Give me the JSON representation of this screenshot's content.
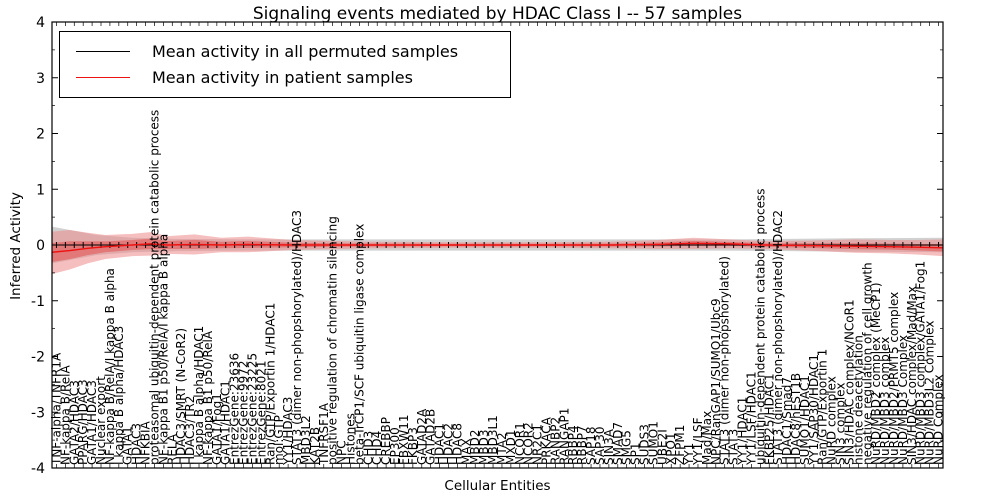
{
  "chart_data": {
    "type": "line",
    "title": "Signaling events mediated by HDAC Class I -- 57 samples",
    "xlabel": "Cellular Entities",
    "ylabel": "Inferred Activity",
    "ylim": [
      -4,
      4
    ],
    "yticks": [
      4,
      3,
      2,
      1,
      0,
      -1,
      -2,
      -3,
      -4
    ],
    "grid": false,
    "legend_position": "upper left",
    "categories": [
      "TNF-alpha/TNFR1A",
      "NF-kappa B/RelA",
      "GATA2/HDAC3",
      "PPARG/HDAC3",
      "GATA1/HDAC3",
      "Nuclear export",
      "NF-kappa B/RelA/I kappa B alpha",
      "I kappa B alpha/HDAC3",
      "GATA1",
      "HDAC3",
      "NFKBIA",
      "proteasomal ubiquitin-dependent protein catabolic process",
      "NF-kappa B1 p50/RelA/I kappa B alpha",
      "RELA",
      "HDAC3/SMRT (N-CoR2)",
      "HDAC3/TR2",
      "I kappa B alpha/HDAC1",
      "NF-kappa B1 p50/RelA",
      "GATA1/Fog1",
      "GATA1/HDAC1",
      "EntrezGene:23636",
      "EntrezGene:9972",
      "EntrezGene:23225",
      "EntrezGene:8021",
      "Ran/GTP/Exportin 1/HDAC1",
      "mol:GTP",
      "YY1/HDAC3",
      "STAT3 (dimer non-phopshorylated)/HDAC3",
      "MBD3L2",
      "KAT2B",
      "TNFRSF1A",
      "positive regulation of chromatin silencing",
      "NPC",
      "Histones",
      "beta-TrCP1/SCF ubiquitin ligase complex",
      "CHD3",
      "CHD4",
      "CREBBP",
      "EP300",
      "FBXW11",
      "FKBP3",
      "GATAD2A",
      "GATAD2B",
      "HDAC1",
      "HDAC2",
      "HDAC8",
      "MAX",
      "MBD2",
      "MBD3",
      "MBD3L1",
      "MTA2",
      "MXD1",
      "NCOR1",
      "NCOR2",
      "NR2C1",
      "PRKACA",
      "RANBP2",
      "RANGAP1",
      "RBBP4",
      "RBBP7",
      "SAP18",
      "SAP30",
      "SIN3A",
      "SMAD7",
      "SMG5",
      "SP1",
      "SUDS3",
      "SUMO1",
      "UBE2I",
      "XPO1",
      "ZFPM1",
      "YY1",
      "YY1/LSF",
      "Mad/Max",
      "NPC/RanGAP1/SUMO1/Ubc9",
      "STAT3 (dimer non-phopshorylated)",
      "STAT3",
      "YY1/HDAC1",
      "YY1/LSF/HDAC1",
      "ubiquitin-dependent protein catabolic process",
      "FKBP25/HDAC1",
      "STAT3 (dimer non-phopshorylated)/HDAC2",
      "HDAC1/Smad7",
      "HDAC8/hEST1B",
      "SUMO1/HDAC1",
      "YY1/SAP30/HDAC1",
      "Ran/GTP/Exportin 1",
      "NuRD complex",
      "SIN3 complex",
      "SIN3/HDAC complex/NCoR1",
      "histone deacetylation",
      "negative regulation of cell growth",
      "NuRD/MBD2 complex (MeCP1)",
      "NuRD/MBD3 complex",
      "NuRD/MBD2/PRMT5 complex",
      "NuRD/MBD3 Complex",
      "SIN3/HDAC complex/Mad/Max",
      "NuRD/MBD3 complex/GATA1/Fog1",
      "NuRD/MBD3L2 Complex",
      "NuRD Complex"
    ],
    "series": [
      {
        "name": "Mean activity in all permuted samples",
        "color": "#000000",
        "band_color": "#9a9a9a",
        "x_frac": [
          0,
          0.02,
          0.05,
          0.09,
          0.14,
          0.25,
          0.5,
          0.75,
          0.9,
          1.0
        ],
        "mean": [
          0,
          0,
          0,
          0,
          0,
          0,
          0,
          0,
          0,
          0
        ],
        "band_hi": [
          0.33,
          0.27,
          0.18,
          0.13,
          0.11,
          0.1,
          0.1,
          0.1,
          0.12,
          0.13
        ],
        "band_lo": [
          -0.33,
          -0.27,
          -0.18,
          -0.13,
          -0.11,
          -0.1,
          -0.1,
          -0.1,
          -0.12,
          -0.13
        ]
      },
      {
        "name": "Mean activity in patient samples",
        "color": "#ee1111",
        "band_color": "#ef8a8a",
        "band_inner_color": "#e25757",
        "x_frac": [
          0,
          0.02,
          0.04,
          0.06,
          0.09,
          0.11,
          0.13,
          0.16,
          0.19,
          0.22,
          0.27,
          0.35,
          0.45,
          0.55,
          0.63,
          0.68,
          0.72,
          0.76,
          0.8,
          0.85,
          0.9,
          0.94,
          0.97,
          1.0
        ],
        "mean": [
          -0.13,
          -0.1,
          -0.06,
          -0.03,
          0.0,
          0.02,
          0.0,
          0.01,
          0.0,
          0.01,
          0.0,
          0.0,
          0.0,
          0.0,
          0.0,
          0.01,
          0.03,
          0.02,
          0.0,
          -0.01,
          -0.02,
          -0.03,
          -0.04,
          -0.05
        ],
        "band_hi": [
          0.24,
          0.27,
          0.22,
          0.18,
          0.2,
          0.23,
          0.16,
          0.19,
          0.13,
          0.15,
          0.09,
          0.06,
          0.05,
          0.05,
          0.06,
          0.09,
          0.13,
          0.1,
          0.07,
          0.08,
          0.1,
          0.09,
          0.09,
          0.1
        ],
        "band_lo": [
          -0.52,
          -0.44,
          -0.33,
          -0.25,
          -0.2,
          -0.19,
          -0.16,
          -0.17,
          -0.13,
          -0.13,
          -0.09,
          -0.06,
          -0.05,
          -0.05,
          -0.06,
          -0.07,
          -0.07,
          -0.06,
          -0.07,
          -0.1,
          -0.14,
          -0.15,
          -0.17,
          -0.2
        ]
      }
    ]
  }
}
